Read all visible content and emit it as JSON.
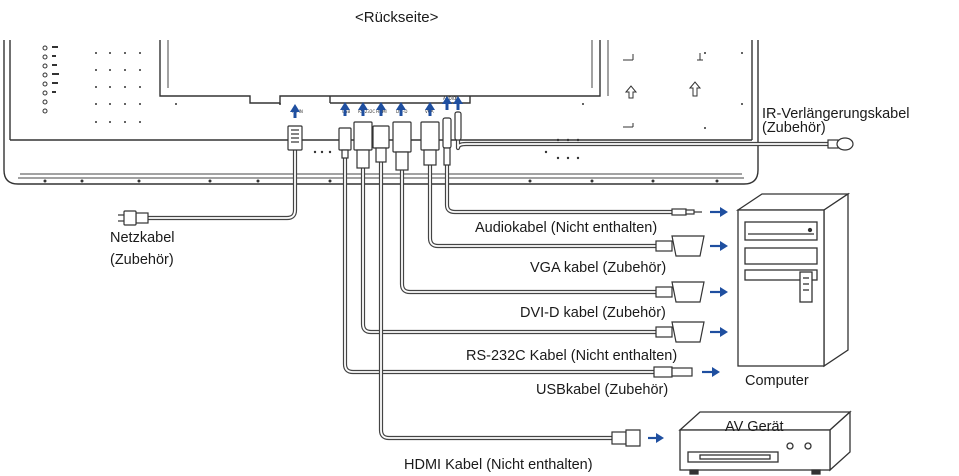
{
  "title": "<Rückseite>",
  "labels": {
    "ir_cable_line1": "IR-Verlängerungskabel",
    "ir_cable_line2": "(Zubehör)",
    "power_cable_line1": "Netzkabel",
    "power_cable_line2": "(Zubehör)",
    "audio_cable": "Audiokabel (Nicht enthalten)",
    "vga_cable": "VGA kabel (Zubehör)",
    "dvi_cable": "DVI-D kabel (Zubehör)",
    "rs232_cable": "RS-232C Kabel (Nicht enthalten)",
    "usb_cable": "USBkabel (Zubehör)",
    "hdmi_cable": "HDMI Kabel (Nicht enthalten)",
    "computer": "Computer",
    "av_device": "AV Gerät"
  },
  "ports": {
    "ac_in": "AC IN",
    "usb": "USB",
    "rs232": "RS-232C",
    "hdmi": "HDMI",
    "dvi": "DVI-D",
    "vga": "VGA",
    "audio": "AUDIO",
    "ir": "IR"
  },
  "colors": {
    "arrow": "#1f4fa0",
    "cable": "#444444",
    "outline": "#333333"
  }
}
